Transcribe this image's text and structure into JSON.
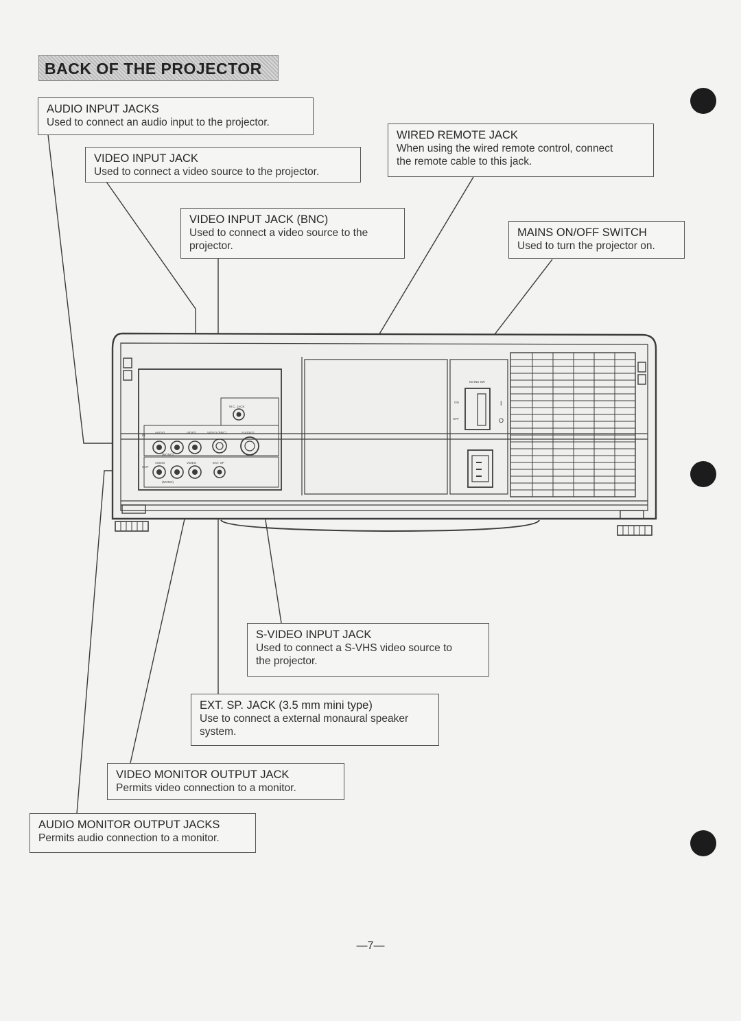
{
  "page": {
    "title": "BACK OF THE PROJECTOR",
    "page_number": "—7—"
  },
  "callouts": {
    "audio_input": {
      "title": "AUDIO INPUT JACKS",
      "desc": "Used to connect an audio input to the projector."
    },
    "video_input": {
      "title": "VIDEO INPUT JACK",
      "desc": "Used to connect a video source to the projector."
    },
    "video_input_bnc": {
      "title": "VIDEO INPUT JACK (BNC)",
      "desc1": "Used to connect a video source to the",
      "desc2": "projector."
    },
    "wired_remote": {
      "title": "WIRED REMOTE JACK",
      "desc1": "When using the wired remote control, connect",
      "desc2": "the remote cable to this jack."
    },
    "mains_switch": {
      "title": "MAINS ON/OFF SWITCH",
      "desc": "Used to turn the projector on."
    },
    "s_video": {
      "title": "S-VIDEO INPUT JACK",
      "desc1": "Used to connect a S-VHS video source to",
      "desc2": "the projector."
    },
    "ext_sp": {
      "title": "EXT. SP. JACK (3.5 mm mini type)",
      "desc1": "Use to connect a external monaural speaker",
      "desc2": "system."
    },
    "video_monitor": {
      "title": "VIDEO MONITOR OUTPUT JACK",
      "desc": "Permits video connection to a monitor."
    },
    "audio_monitor": {
      "title": "AUDIO MONITOR OUTPUT JACKS",
      "desc": "Permits audio connection to a monitor."
    }
  },
  "panel_labels": {
    "in": "IN",
    "out": "OUT",
    "audio": "AUDIO",
    "video": "VIDEO",
    "video_bnc": "VIDEO (BNC)",
    "s_video": "S-VIDEO",
    "ext_sp": "EXT. SP",
    "mono": "(MONO)",
    "wire_jack": "W.C. JACK",
    "mains_sw": "MAINS SW",
    "on": "ON",
    "off": "OFF",
    "on_symbol": "I",
    "off_symbol": "O"
  }
}
